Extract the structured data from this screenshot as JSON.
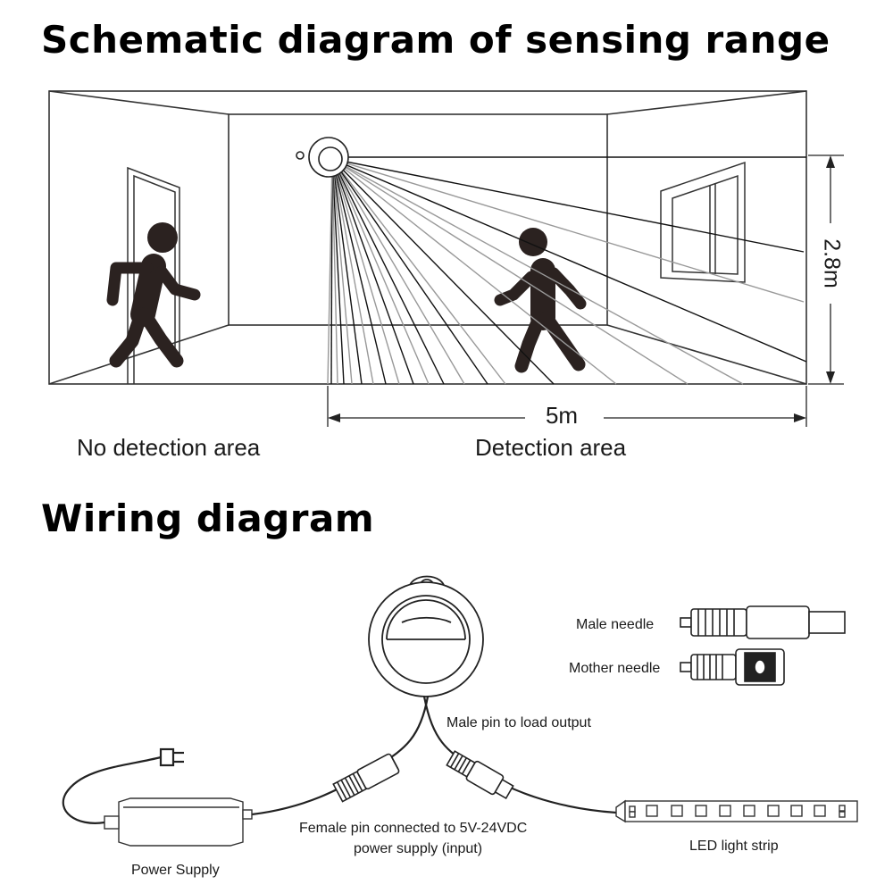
{
  "sensing": {
    "title": "Schematic diagram of sensing range",
    "height_label": "2.8m",
    "width_label": "5m",
    "no_detection_label": "No detection area",
    "detection_label": "Detection area"
  },
  "wiring": {
    "title": "Wiring diagram",
    "male_needle_label": "Male needle",
    "mother_needle_label": "Mother needle",
    "male_pin_label": "Male pin to load output",
    "female_pin_label_line1": "Female pin connected to 5V-24VDC",
    "female_pin_label_line2": "power supply (input)",
    "power_supply_label": "Power Supply",
    "led_strip_label": "LED light strip"
  }
}
